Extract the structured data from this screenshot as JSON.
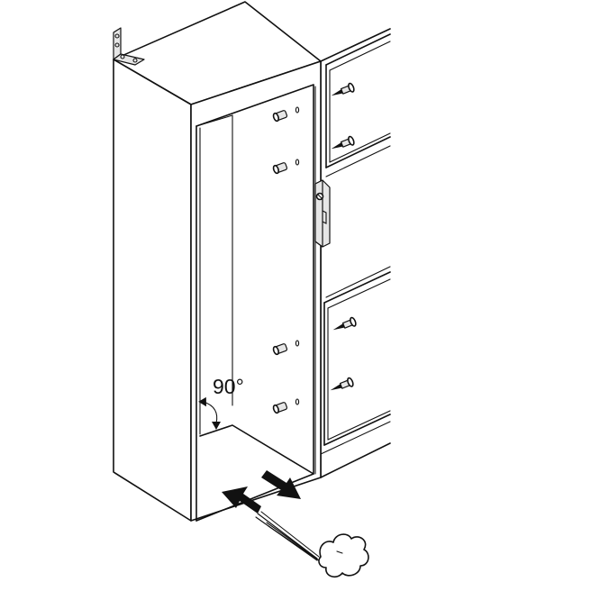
{
  "figure": {
    "type": "assembly-illustration",
    "subject": "Tall built-in cabinet installed beside a column of drawer units",
    "colors": {
      "line": "#111111",
      "background": "#ffffff",
      "metal_fill": "#e6e6e6"
    }
  },
  "annotations": {
    "angle_label": "90°"
  },
  "components": {
    "corner_bracket": {
      "icon": "l-bracket-icon",
      "holes": 4
    },
    "cabinet_side_screws": {
      "count": 4,
      "icon": "screw-icon"
    },
    "drawer_screws": {
      "count": 4,
      "icon": "screw-icon"
    },
    "mounting_bracket": {
      "icon": "slotted-bracket-icon"
    },
    "angle_indicator": {
      "icon": "double-arrow-arc-icon"
    },
    "push_arrow": {
      "icon": "arrow-icon",
      "direction": "toward-back"
    },
    "pull_arrow": {
      "icon": "arrow-icon",
      "direction": "toward-front"
    },
    "air_puff": {
      "icon": "air-blow-cloud-icon"
    }
  }
}
